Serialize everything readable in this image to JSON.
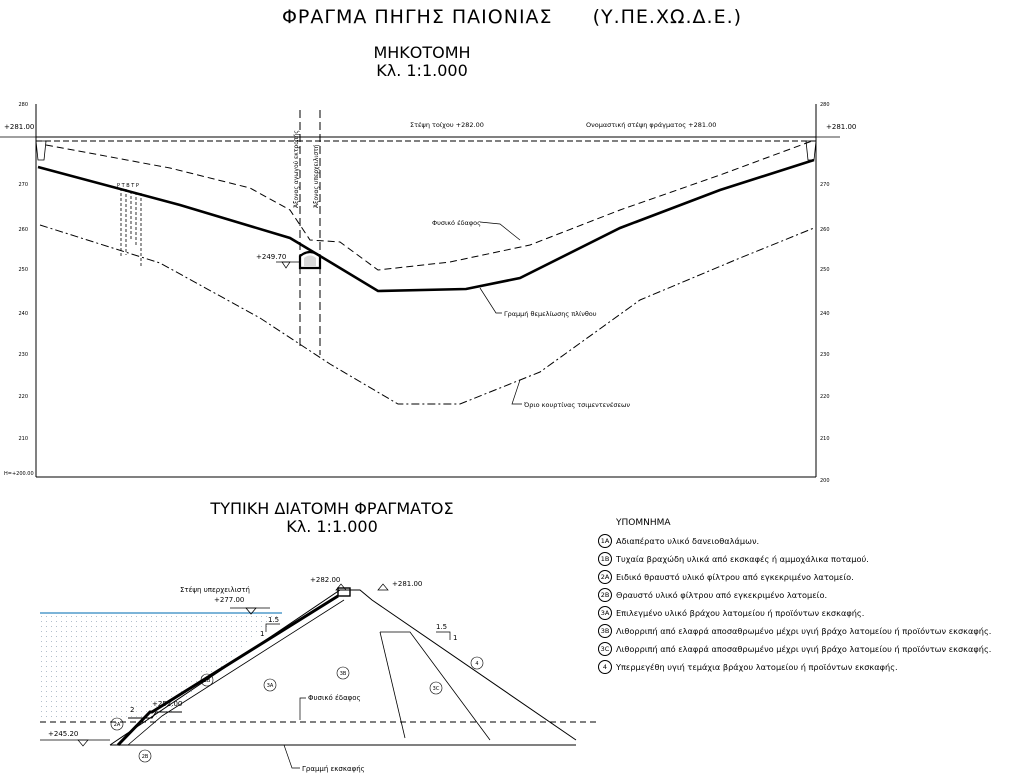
{
  "title": "ΦΡΑΓΜΑ ΠΗΓΗΣ ΠΑΙΟΝΙΑΣ",
  "agency": "(Υ.ΠΕ.ΧΩ.Δ.Ε.)",
  "profile": {
    "title": "ΜΗΚΟΤΟΜΗ",
    "scale": "Κλ. 1:1.000",
    "left_level": "+281.00",
    "right_level": "+281.00",
    "wall_crest": "Στέψη τοίχου +282.00",
    "dam_crest": "Ονομαστική στέψη φράγματος +281.00",
    "tunnel_level": "+249.70",
    "axis_1": "Άξονας αγωγού εκτροπής",
    "axis_2": "Άξονας υπερχειλιστή",
    "ground_label": "Φυσικό έδαφος",
    "foundation_label": "Γραμμή θεμελίωσης πλίνθου",
    "grout_label": "Όριο κουρτίνας τσιμεντενέσεων",
    "datum": "H=+200.00",
    "left_ticks": [
      "280",
      "270",
      "260",
      "250",
      "240",
      "230",
      "220",
      "210"
    ],
    "right_ticks": [
      "280",
      "270",
      "260",
      "250",
      "240",
      "230",
      "220",
      "210",
      "200"
    ]
  },
  "section": {
    "title": "ΤΥΠΙΚΗ ΔΙΑΤΟΜΗ ΦΡΑΓΜΑΤΟΣ",
    "scale": "Κλ. 1:1.000",
    "spillway_crest": "Στέψη υπερχειλιστή",
    "spillway_level": "+277.00",
    "crest_top": "+282.00",
    "crest_nominal": "+281.00",
    "slope_up_h": "1.5",
    "slope_up_v": "1",
    "slope_down_h": "1.5",
    "slope_down_v": "1",
    "berm_level": "+252.00",
    "toe_level": "+245.20",
    "berm_dim": "2",
    "ground_label": "Φυσικό έδαφος",
    "excavation_label": "Γραμμή εκσκαφής",
    "zones": [
      "2B",
      "3A",
      "3B",
      "3C",
      "4",
      "2A",
      "2B"
    ]
  },
  "legend": {
    "heading": "ΥΠΟΜΝΗΜΑ",
    "items": [
      {
        "code": "1A",
        "text": "Αδιαπέρατο υλικό δανειοθαλάμων."
      },
      {
        "code": "1B",
        "text": "Τυχαία βραχώδη υλικά από εκσκαφές ή αμμοχάλικα ποταμού."
      },
      {
        "code": "2A",
        "text": "Ειδικό θραυστό υλικό φίλτρου από εγκεκριμένο λατομείο."
      },
      {
        "code": "2B",
        "text": "Θραυστό υλικό φίλτρου από εγκεκριμένο λατομείο."
      },
      {
        "code": "3A",
        "text": "Επιλεγμένο υλικό βράχου λατομείου ή προϊόντων εκσκαφής."
      },
      {
        "code": "3B",
        "text": "Λιθορριπή από ελαφρά αποσαθρωμένο μέχρι υγιή βράχο λατομείου ή προϊόντων εκσκαφής."
      },
      {
        "code": "3C",
        "text": "Λιθορριπή από ελαφρά αποσαθρωμένο μέχρι υγιή βράχο λατομείου ή προϊόντων εκσκαφής."
      },
      {
        "code": "4",
        "text": "Υπερμεγέθη υγιή τεμάχια βράχου λατομείου ή προϊόντων εκσκαφής."
      }
    ]
  },
  "colors": {
    "line": "#000000",
    "water_line": "#2e86c1",
    "water_fill": "#ffffff"
  }
}
